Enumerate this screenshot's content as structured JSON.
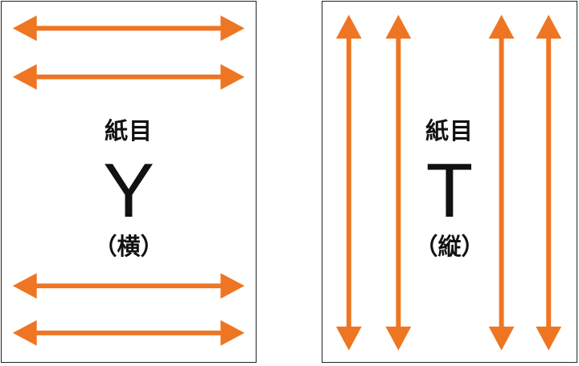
{
  "colors": {
    "arrow": "#EE7623",
    "border": "#222222",
    "text": "#111111"
  },
  "panels": [
    {
      "label_top": "紙目",
      "letter": "Y",
      "label_bottom": "（横）",
      "arrow_direction": "horizontal",
      "arrow_count": 4
    },
    {
      "label_top": "紙目",
      "letter": "T",
      "label_bottom": "（縦）",
      "arrow_direction": "vertical",
      "arrow_count": 4
    }
  ]
}
